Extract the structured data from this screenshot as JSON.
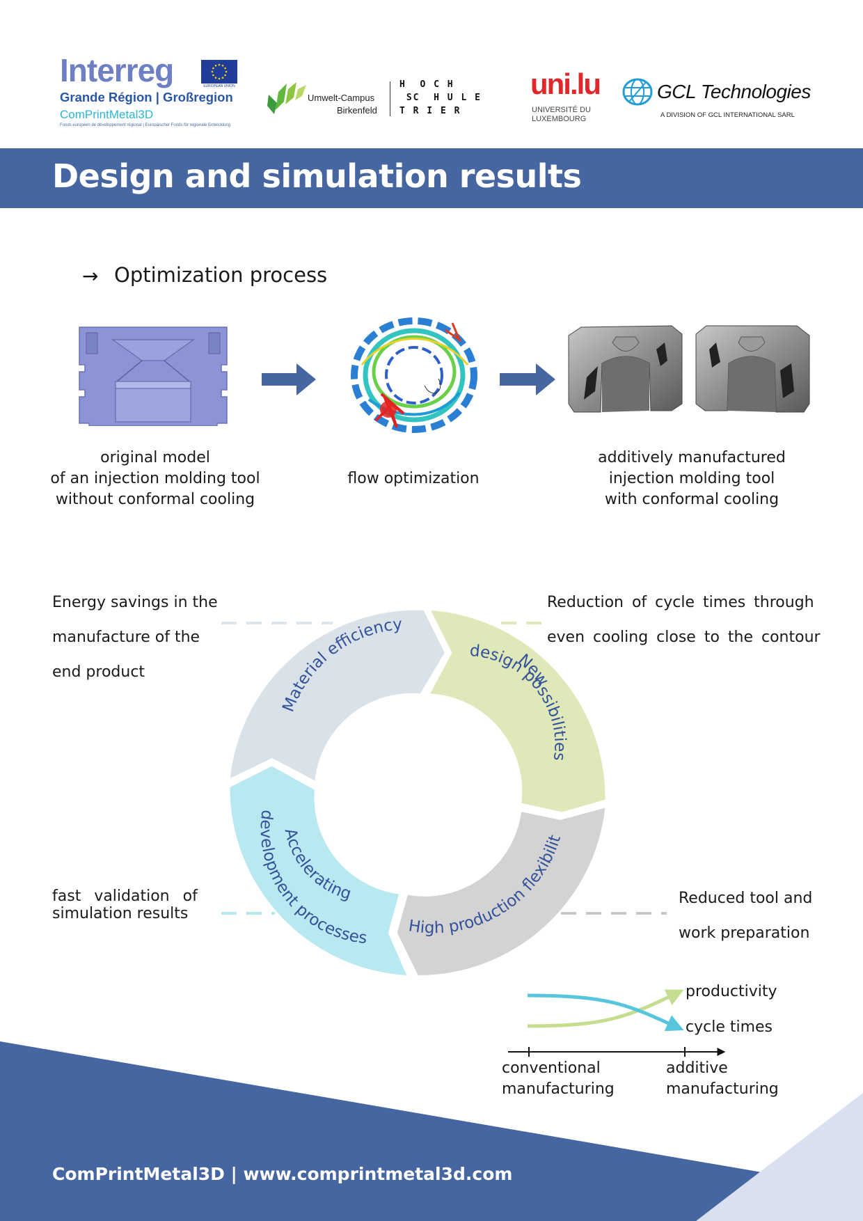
{
  "logos": {
    "interreg": {
      "title": "Interreg",
      "eu_label": "EUROPEAN UNION",
      "region": "Grande Région | Großregion",
      "project": "ComPrintMetal3D",
      "fund": "Fonds européen de développement régional | Europäischer Fonds für regionale Entwicklung"
    },
    "umwelt_campus": {
      "line1": "Umwelt-Campus",
      "line2": "Birkenfeld",
      "hochschule_line1": "H  O C H",
      "hochschule_line2": " SC  H U L E",
      "hochschule_line3": "T R I E R"
    },
    "unilu": {
      "word": "uni.lu",
      "line1": "UNIVERSITÉ DU",
      "line2": "LUXEMBOURG"
    },
    "gcl": {
      "name": "GCL Technologies",
      "sub": "A DIVISION OF GCL INTERNATIONAL SARL"
    }
  },
  "header": {
    "title": "Design and simulation results"
  },
  "optimization": {
    "arrow": "→",
    "heading": "Optimization process",
    "steps": [
      {
        "caption": [
          "original model",
          "of an injection molding tool",
          "without conformal cooling"
        ]
      },
      {
        "caption": [
          "flow optimization"
        ]
      },
      {
        "caption": [
          "additively manufactured",
          "injection molding tool",
          "with conformal cooling"
        ]
      }
    ]
  },
  "cycle": {
    "segments": [
      {
        "label": "Material efficiency",
        "color": "#d9e2e9"
      },
      {
        "label_line1": "New",
        "label_line2": "design possibilities",
        "color": "#dfe8b8"
      },
      {
        "label": "High production flexibility",
        "color": "#d3d3d3"
      },
      {
        "label_line1": "Accelerating",
        "label_line2": "development processes",
        "color": "#b8e8f0"
      }
    ],
    "text_color": "#34529a",
    "notes": {
      "top_left": [
        "Energy savings in the",
        "manufacture of the",
        "end product"
      ],
      "top_right": [
        "Reduction of cycle times through",
        "even cooling close to the contour"
      ],
      "bottom_left": [
        "fast validation of",
        "simulation results"
      ],
      "bottom_right": [
        "Reduced tool and",
        "work preparation"
      ]
    }
  },
  "trend": {
    "series": [
      {
        "name": "productivity",
        "color": "#c5dd8e"
      },
      {
        "name": "cycle times",
        "color": "#57c6dd"
      }
    ],
    "x_labels": [
      [
        "conventional",
        "manufacturing"
      ],
      [
        "additive",
        "manufacturing"
      ]
    ]
  },
  "footer": {
    "text": "ComPrintMetal3D | www.comprintmetal3d.com",
    "color": "#4566a1"
  }
}
